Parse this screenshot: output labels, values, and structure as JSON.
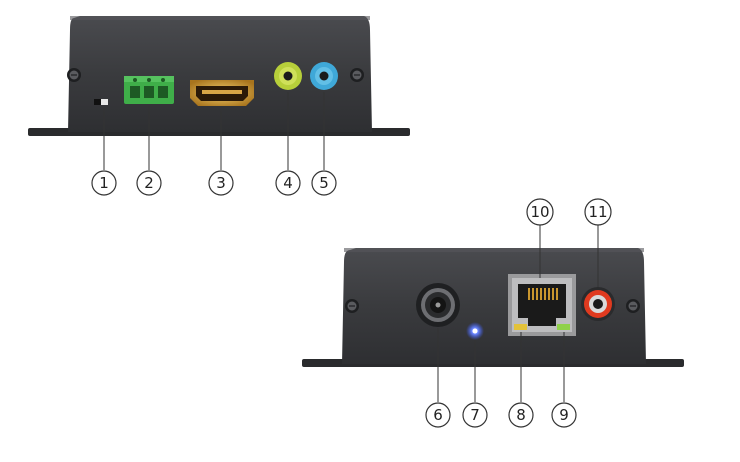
{
  "callouts": [
    {
      "label": "1"
    },
    {
      "label": "2"
    },
    {
      "label": "3"
    },
    {
      "label": "4"
    },
    {
      "label": "5"
    },
    {
      "label": "6"
    },
    {
      "label": "7"
    },
    {
      "label": "8"
    },
    {
      "label": "9"
    },
    {
      "label": "10"
    },
    {
      "label": "11"
    }
  ],
  "colors": {
    "body": "#3a3b3e",
    "terminal_block": "#3fae49",
    "hdmi_gold": "#c9962e",
    "jack_green": "#b7cf3a",
    "jack_blue": "#3fa8d8",
    "led_blue": "#3b5bff",
    "led_yellow": "#e3c23a",
    "led_green": "#8fd14a",
    "rca_red": "#e03a1f"
  },
  "icons": [
    "screw-icon",
    "switch-icon",
    "terminal-block-icon",
    "hdmi-port-icon",
    "audio-jack-icon",
    "power-jack-icon",
    "led-icon",
    "rj45-port-icon",
    "rca-jack-icon"
  ]
}
